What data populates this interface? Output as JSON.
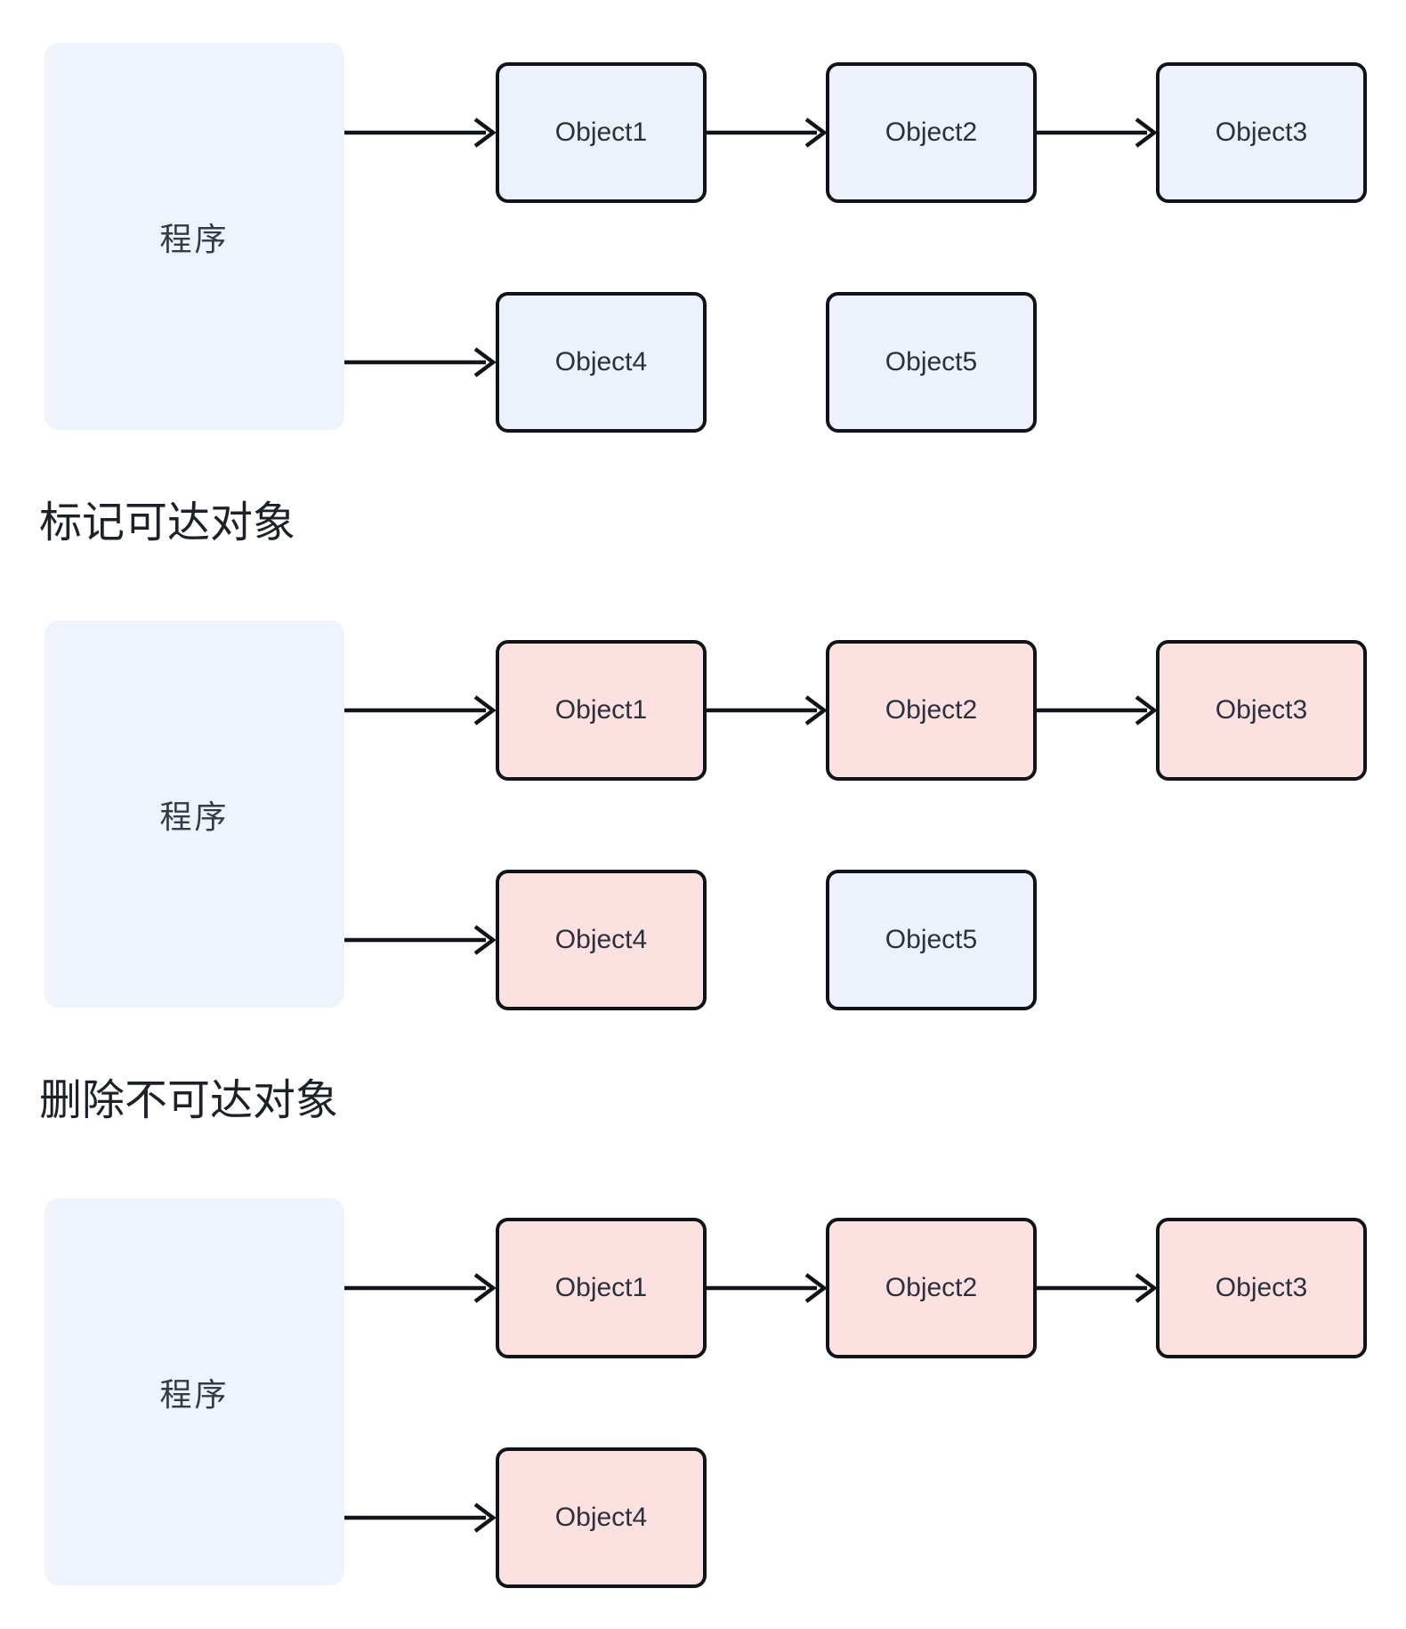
{
  "colors": {
    "program_fill": "#eef3fc",
    "object_default_fill": "#edf1fb",
    "object_marked_fill": "#fde1e1",
    "box_border": "#10131a",
    "arrow": "#10131a",
    "object_text": "#2a303c",
    "program_text": "#333b49",
    "heading_text": "#1d212a"
  },
  "diagram": {
    "program_label": "程序",
    "stage_headings": {
      "mark": "标记可达对象",
      "sweep": "删除不可达对象"
    },
    "stages": [
      {
        "objects": [
          {
            "label": "Object1",
            "marked": false
          },
          {
            "label": "Object2",
            "marked": false
          },
          {
            "label": "Object3",
            "marked": false
          },
          {
            "label": "Object4",
            "marked": false
          },
          {
            "label": "Object5",
            "marked": false
          }
        ]
      },
      {
        "objects": [
          {
            "label": "Object1",
            "marked": true
          },
          {
            "label": "Object2",
            "marked": true
          },
          {
            "label": "Object3",
            "marked": true
          },
          {
            "label": "Object4",
            "marked": true
          },
          {
            "label": "Object5",
            "marked": false
          }
        ]
      },
      {
        "objects": [
          {
            "label": "Object1",
            "marked": true
          },
          {
            "label": "Object2",
            "marked": true
          },
          {
            "label": "Object3",
            "marked": true
          },
          {
            "label": "Object4",
            "marked": true
          }
        ]
      }
    ]
  }
}
